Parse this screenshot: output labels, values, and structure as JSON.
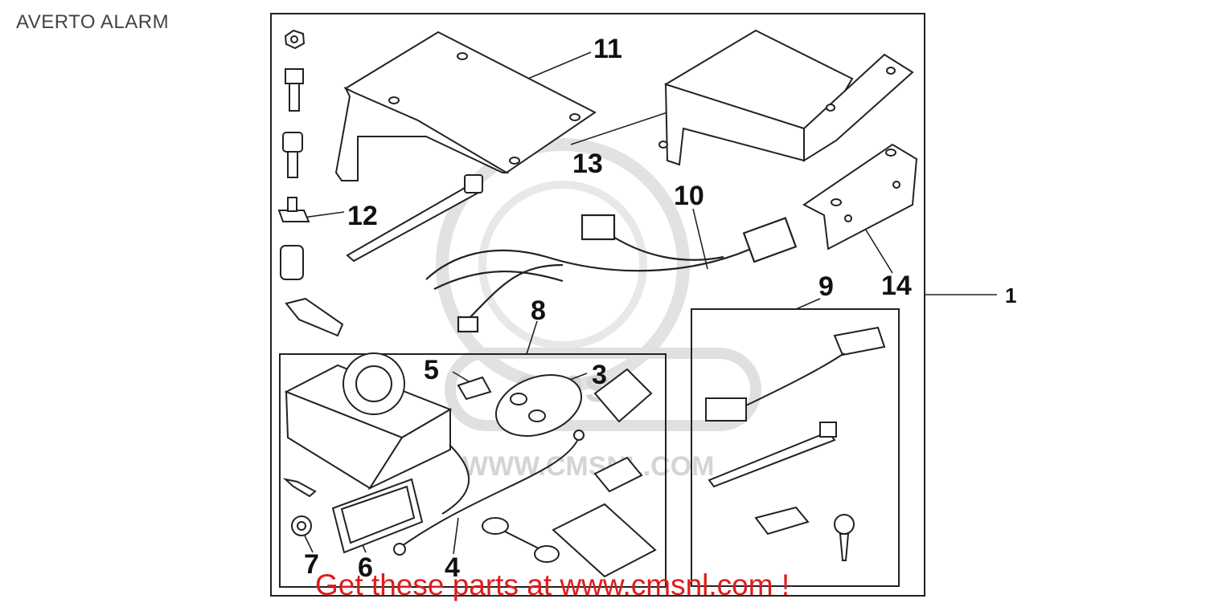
{
  "page": {
    "title": "AVERTO ALARM"
  },
  "diagram": {
    "callouts": {
      "assembly": "1",
      "p3": "3",
      "p4": "4",
      "p5": "5",
      "p6": "6",
      "p7": "7",
      "p8": "8",
      "p9": "9",
      "p10": "10",
      "p11": "11",
      "p12": "12",
      "p13": "13",
      "p14": "14"
    },
    "watermark": {
      "url": "WWW.CMSNL.COM",
      "logo_text": "cms"
    }
  },
  "promo": {
    "text": "Get these parts at www.cmsnl.com !",
    "color": "#e01b1b"
  },
  "colors": {
    "line": "#222222",
    "watermark": "#d4d4d4",
    "accent": "#e01b1b"
  }
}
